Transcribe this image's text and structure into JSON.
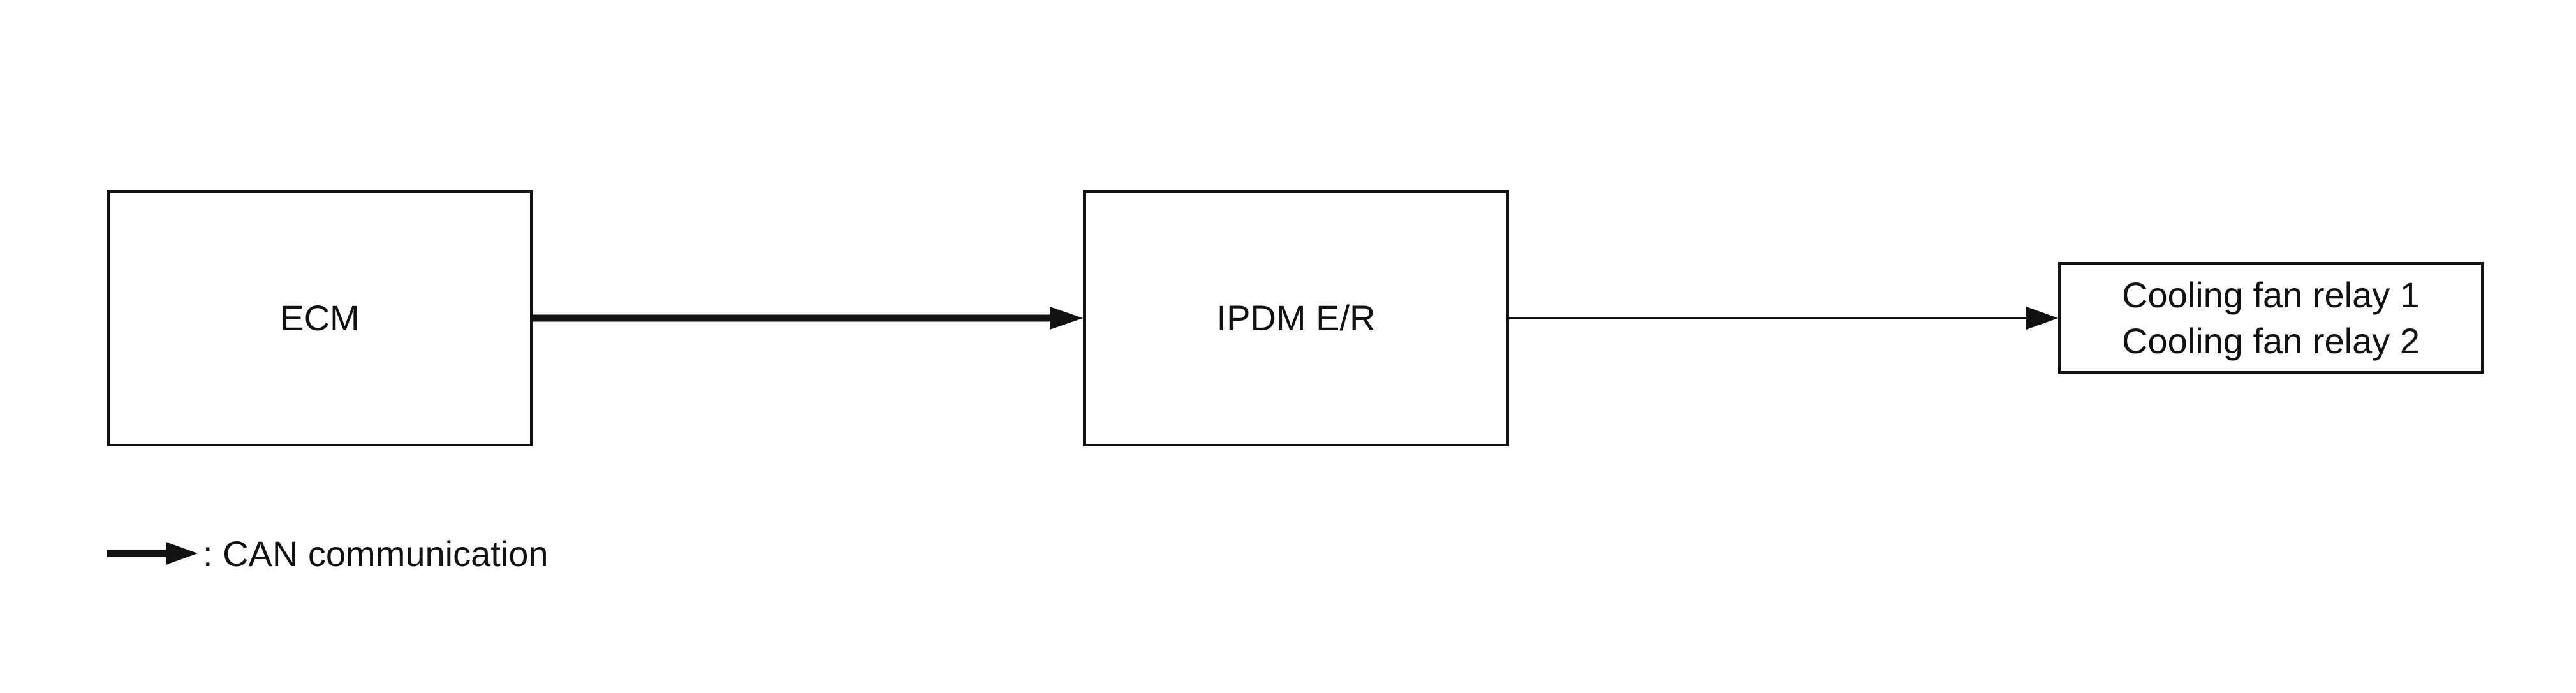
{
  "nodes": {
    "ecm": {
      "label": "ECM"
    },
    "ipdm": {
      "label": "IPDM E/R"
    },
    "relays": {
      "lines": [
        "Cooling fan relay 1",
        "Cooling fan relay 2"
      ]
    }
  },
  "connections": [
    {
      "from": "ECM",
      "to": "IPDM E/R",
      "type": "CAN communication"
    },
    {
      "from": "IPDM E/R",
      "to": "Cooling fan relay 1 / Cooling fan relay 2",
      "type": "signal"
    }
  ],
  "legend": {
    "label": ": CAN communication"
  },
  "colors": {
    "line": "#111111",
    "background": "#ffffff"
  }
}
